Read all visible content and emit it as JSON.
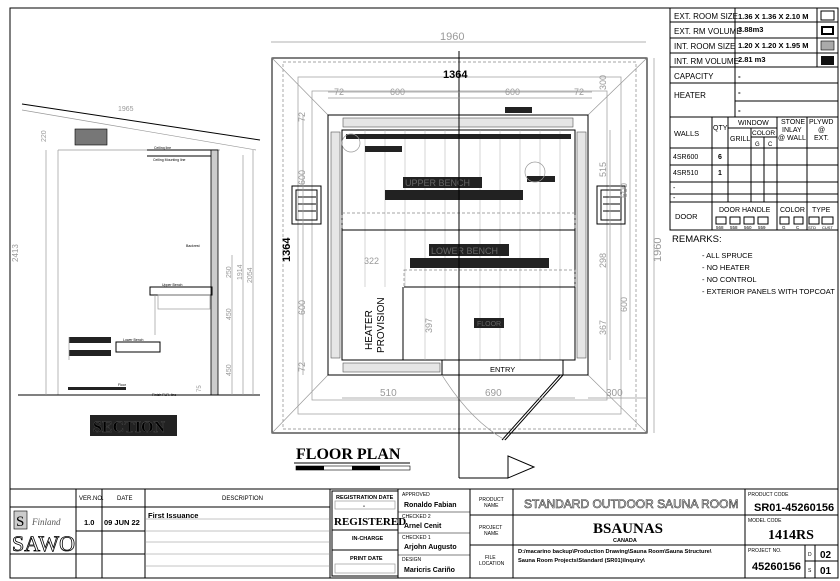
{
  "spec_table": {
    "ext_room_size_label": "EXT. ROOM SIZE",
    "ext_room_size": "1.36 X 1.36 X 2.10 M",
    "ext_rm_volume_label": "EXT. RM VOLUME",
    "ext_rm_volume": "3.88m3",
    "int_room_size_label": "INT. ROOM SIZE",
    "int_room_size": "1.20  X 1.20 X 1.95 M",
    "int_rm_volume_label": "INT. RM VOLUME",
    "int_rm_volume": "2.81 m3",
    "capacity_label": "CAPACITY",
    "capacity": "-",
    "heater_label": "HEATER",
    "heater_1": "-",
    "heater_2": "-",
    "walls_label": "WALLS",
    "qty_label": "QTY",
    "window_label": "WINDOW",
    "grill_label": "GRILL",
    "color_label": "COLOR",
    "g_label": "G",
    "c_label": "C",
    "stone_label_1": "STONE",
    "stone_label_2": "INLAY",
    "stone_label_3": "@ WALL",
    "plywd_label_1": "PLYWD",
    "plywd_label_2": "@",
    "plywd_label_3": "EXT.",
    "walls": [
      {
        "name": "4SR600",
        "qty": "6"
      },
      {
        "name": "4SR510",
        "qty": "1"
      },
      {
        "name": "-",
        "qty": ""
      },
      {
        "name": "-",
        "qty": ""
      }
    ],
    "door_label": "DOOR",
    "door_handle_label": "DOOR HANDLE",
    "door_color_label": "COLOR",
    "door_type_label": "TYPE",
    "handles": [
      "568",
      "558",
      "560",
      "559"
    ],
    "door_colors": [
      "G",
      "C"
    ],
    "door_types": [
      "STD",
      "CUST"
    ]
  },
  "remarks": {
    "title": "REMARKS:",
    "items": [
      "- ALL SPRUCE",
      "- NO HEATER",
      "- NO CONTROL",
      "- EXTERIOR PANELS WITH TOPCOAT"
    ]
  },
  "floor_plan": {
    "title": "FLOOR PLAN",
    "dims": {
      "top": "1960",
      "center": "1364",
      "left": "1364",
      "right": "1960",
      "w72a": "72",
      "w600a": "600",
      "w600b": "600",
      "w72b": "72",
      "h300": "300",
      "l72a": "72",
      "l600a": "600",
      "l600b": "600",
      "l72b": "72",
      "r515": "515",
      "r600a": "600",
      "r298": "298",
      "r367": "367",
      "r600b": "600",
      "b510": "510",
      "b690": "690",
      "b300": "300",
      "i322": "322",
      "i397": "397"
    },
    "labels": {
      "upper_bench": "UPPER BENCH",
      "lower_bench": "LOWER BENCH",
      "heater_1": "HEATER",
      "heater_2": "PROVISION",
      "floor": "FLOOR",
      "entry": "ENTRY"
    }
  },
  "section": {
    "title": "SECTION",
    "dims": {
      "d1965": "1965",
      "d220": "220",
      "d2413": "2413",
      "d250": "250",
      "d1914": "1914",
      "d2054": "2054",
      "d450a": "450",
      "d450b": "450",
      "d75": "75"
    },
    "labels": {
      "ceiling_line": "Ceiling line",
      "ceiling_mounting": "Ceiling Mounting line",
      "backrest": "Backrest",
      "upper_bench": "Upper Bench",
      "lower_bench": "Lower Bench",
      "floor": "Floor",
      "finish_flr": "Finish FLR. line"
    }
  },
  "title_block": {
    "logo_top": "Finland",
    "logo": "SAWO",
    "ver_label": "VER.NO.",
    "date_label": "DATE",
    "desc_label": "DESCRIPTION",
    "ver": "1.0",
    "date": "09 JUN 22",
    "desc": "First Issuance",
    "reg_date_label": "REGISTRATION  DATE",
    "reg_date": "-",
    "registered": "REGISTERED",
    "in_charge_label": "IN-CHARGE",
    "print_date_label": "PRINT DATE",
    "approved_label": "APPROVED",
    "approved": "Ronaldo Fabian",
    "checked2_label": "CHECKED 2",
    "checked2": "Arnel Cenit",
    "checked1_label": "CHECKED 1",
    "checked1": "Arjohn Augusto",
    "design_label": "DESIGN",
    "design": "Maricris Cariño",
    "product_name_label_1": "PRODUCT",
    "product_name_label_2": "NAME",
    "product_name": "STANDARD OUTDOOR SAUNA ROOM",
    "project_name_label_1": "PROJECT",
    "project_name_label_2": "NAME",
    "project_name": "BSAUNAS",
    "project_country": "CANADA",
    "file_label_1": "FILE",
    "file_label_2": "LOCATION",
    "file_1": "D:/macarino backup\\Production Drawing\\Sauna Room\\Sauna Structure\\",
    "file_2": "Sauna Room Projects\\Standard (SR01)\\Inquiry\\",
    "product_code_label": "PRODUCT CODE",
    "product_code": "SR01-45260156",
    "model_code_label": "MODEL CODE",
    "model_code": "1414RS",
    "project_no_label": "PROJECT NO.",
    "project_no": "45260156",
    "d_label": "D",
    "d_value": "02",
    "s_label": "S",
    "s_value": "01"
  }
}
